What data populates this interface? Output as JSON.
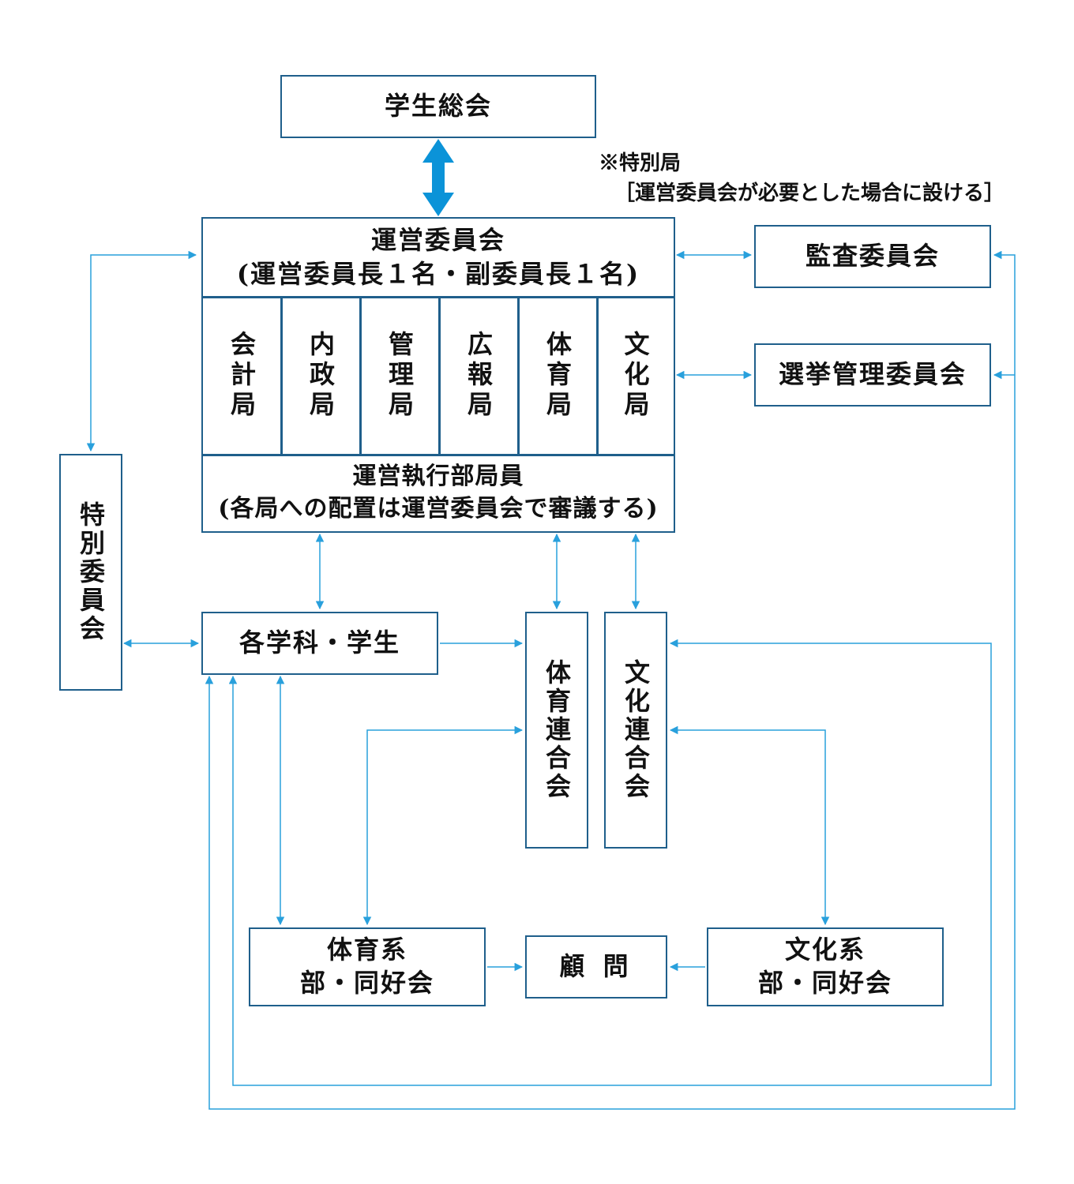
{
  "nodes": {
    "general_assembly": "学生総会",
    "committee_title": "運営委員会",
    "committee_sub": "(運営委員長１名・副委員長１名)",
    "bureaus": [
      "会計局",
      "内政局",
      "管理局",
      "広報局",
      "体育局",
      "文化局"
    ],
    "executive_title": "運営執行部局員",
    "executive_sub": "(各局への配置は運営委員会で審議する)",
    "audit": "監査委員会",
    "election": "選挙管理委員会",
    "special_committee": "特別委員会",
    "students": "各学科・学生",
    "sports_federation": "体育連合会",
    "culture_federation": "文化連合会",
    "sports_clubs_line1": "体育系",
    "sports_clubs_line2": "部・同好会",
    "advisor": "顧 問",
    "culture_clubs_line1": "文化系",
    "culture_clubs_line2": "部・同好会"
  },
  "note": {
    "line1": "※特別局",
    "line2": "［運営委員会が必要とした場合に設ける］"
  },
  "colors": {
    "box_border": "#1f5f8b",
    "arrow": "#29a0dc",
    "thick_arrow": "#0b93d8"
  }
}
